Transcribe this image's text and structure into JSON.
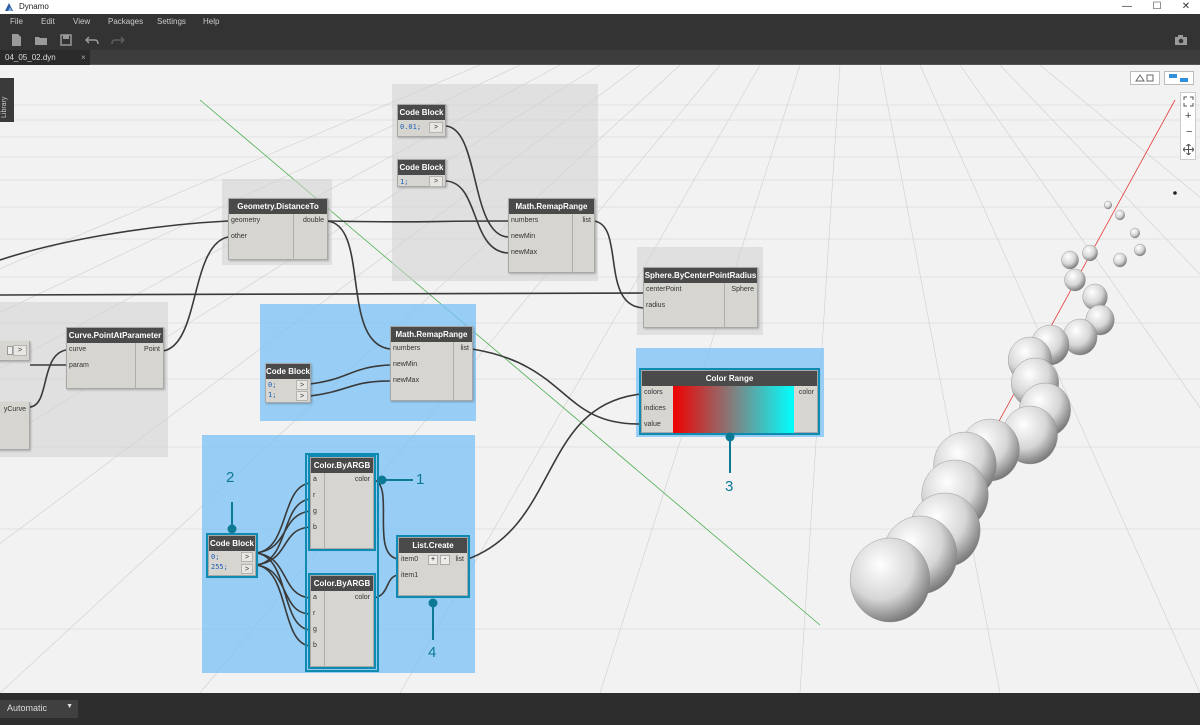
{
  "window": {
    "title": "Dynamo",
    "controls": {
      "minimize": "—",
      "maximize": "☐",
      "close": "✕"
    }
  },
  "menu": [
    "File",
    "Edit",
    "View",
    "Packages",
    "Settings",
    "Help"
  ],
  "toolbar_icons": [
    "new-file-icon",
    "open-file-icon",
    "save-icon",
    "undo-icon",
    "redo-icon",
    "camera-icon"
  ],
  "tab": {
    "name": "04_05_02.dyn",
    "close": "×"
  },
  "library_label": "Library",
  "nodes": {
    "code_block_1": {
      "title": "Code Block",
      "code": "0.01;",
      "out": ">"
    },
    "code_block_2": {
      "title": "Code Block",
      "code": "1;",
      "out": ">"
    },
    "distance_to": {
      "title": "Geometry.DistanceTo",
      "inputs": [
        "geometry",
        "other"
      ],
      "output": "double"
    },
    "remap_1": {
      "title": "Math.RemapRange",
      "inputs": [
        "numbers",
        "newMin",
        "newMax"
      ],
      "output": "list"
    },
    "sphere": {
      "title": "Sphere.ByCenterPointRadius",
      "inputs": [
        "centerPoint",
        "radius"
      ],
      "output": "Sphere"
    },
    "curve_pt": {
      "title": "Curve.PointAtParameter",
      "inputs": [
        "curve",
        "param"
      ],
      "output": "Point"
    },
    "partial_left": {
      "out1": ">",
      "out2": "yCurve"
    },
    "code_block_3": {
      "title": "Code Block",
      "code_line1": "0;",
      "code_line2": "1;",
      "out": ">"
    },
    "remap_2": {
      "title": "Math.RemapRange",
      "inputs": [
        "numbers",
        "newMin",
        "newMax"
      ],
      "output": "list"
    },
    "color_range": {
      "title": "Color Range",
      "inputs": [
        "colors",
        "indices",
        "value"
      ],
      "output": "color"
    },
    "argb_1": {
      "title": "Color.ByARGB",
      "inputs": [
        "a",
        "r",
        "g",
        "b"
      ],
      "output": "color"
    },
    "argb_2": {
      "title": "Color.ByARGB",
      "inputs": [
        "a",
        "r",
        "g",
        "b"
      ],
      "output": "color"
    },
    "code_block_4": {
      "title": "Code Block",
      "code_line1": "0;",
      "code_line2": "255;",
      "out": ">"
    },
    "list_create": {
      "title": "List.Create",
      "inputs": [
        "item0",
        "item1"
      ],
      "output": "list",
      "add": "+",
      "remove": "-"
    }
  },
  "annotations": [
    "1",
    "2",
    "3",
    "4"
  ],
  "run_mode": "Automatic",
  "colors": {
    "accent": "#0f8ab1",
    "group_blue": "#7ac2f5",
    "node_body": "#d7d5d0",
    "node_header": "#4a4a4a"
  }
}
